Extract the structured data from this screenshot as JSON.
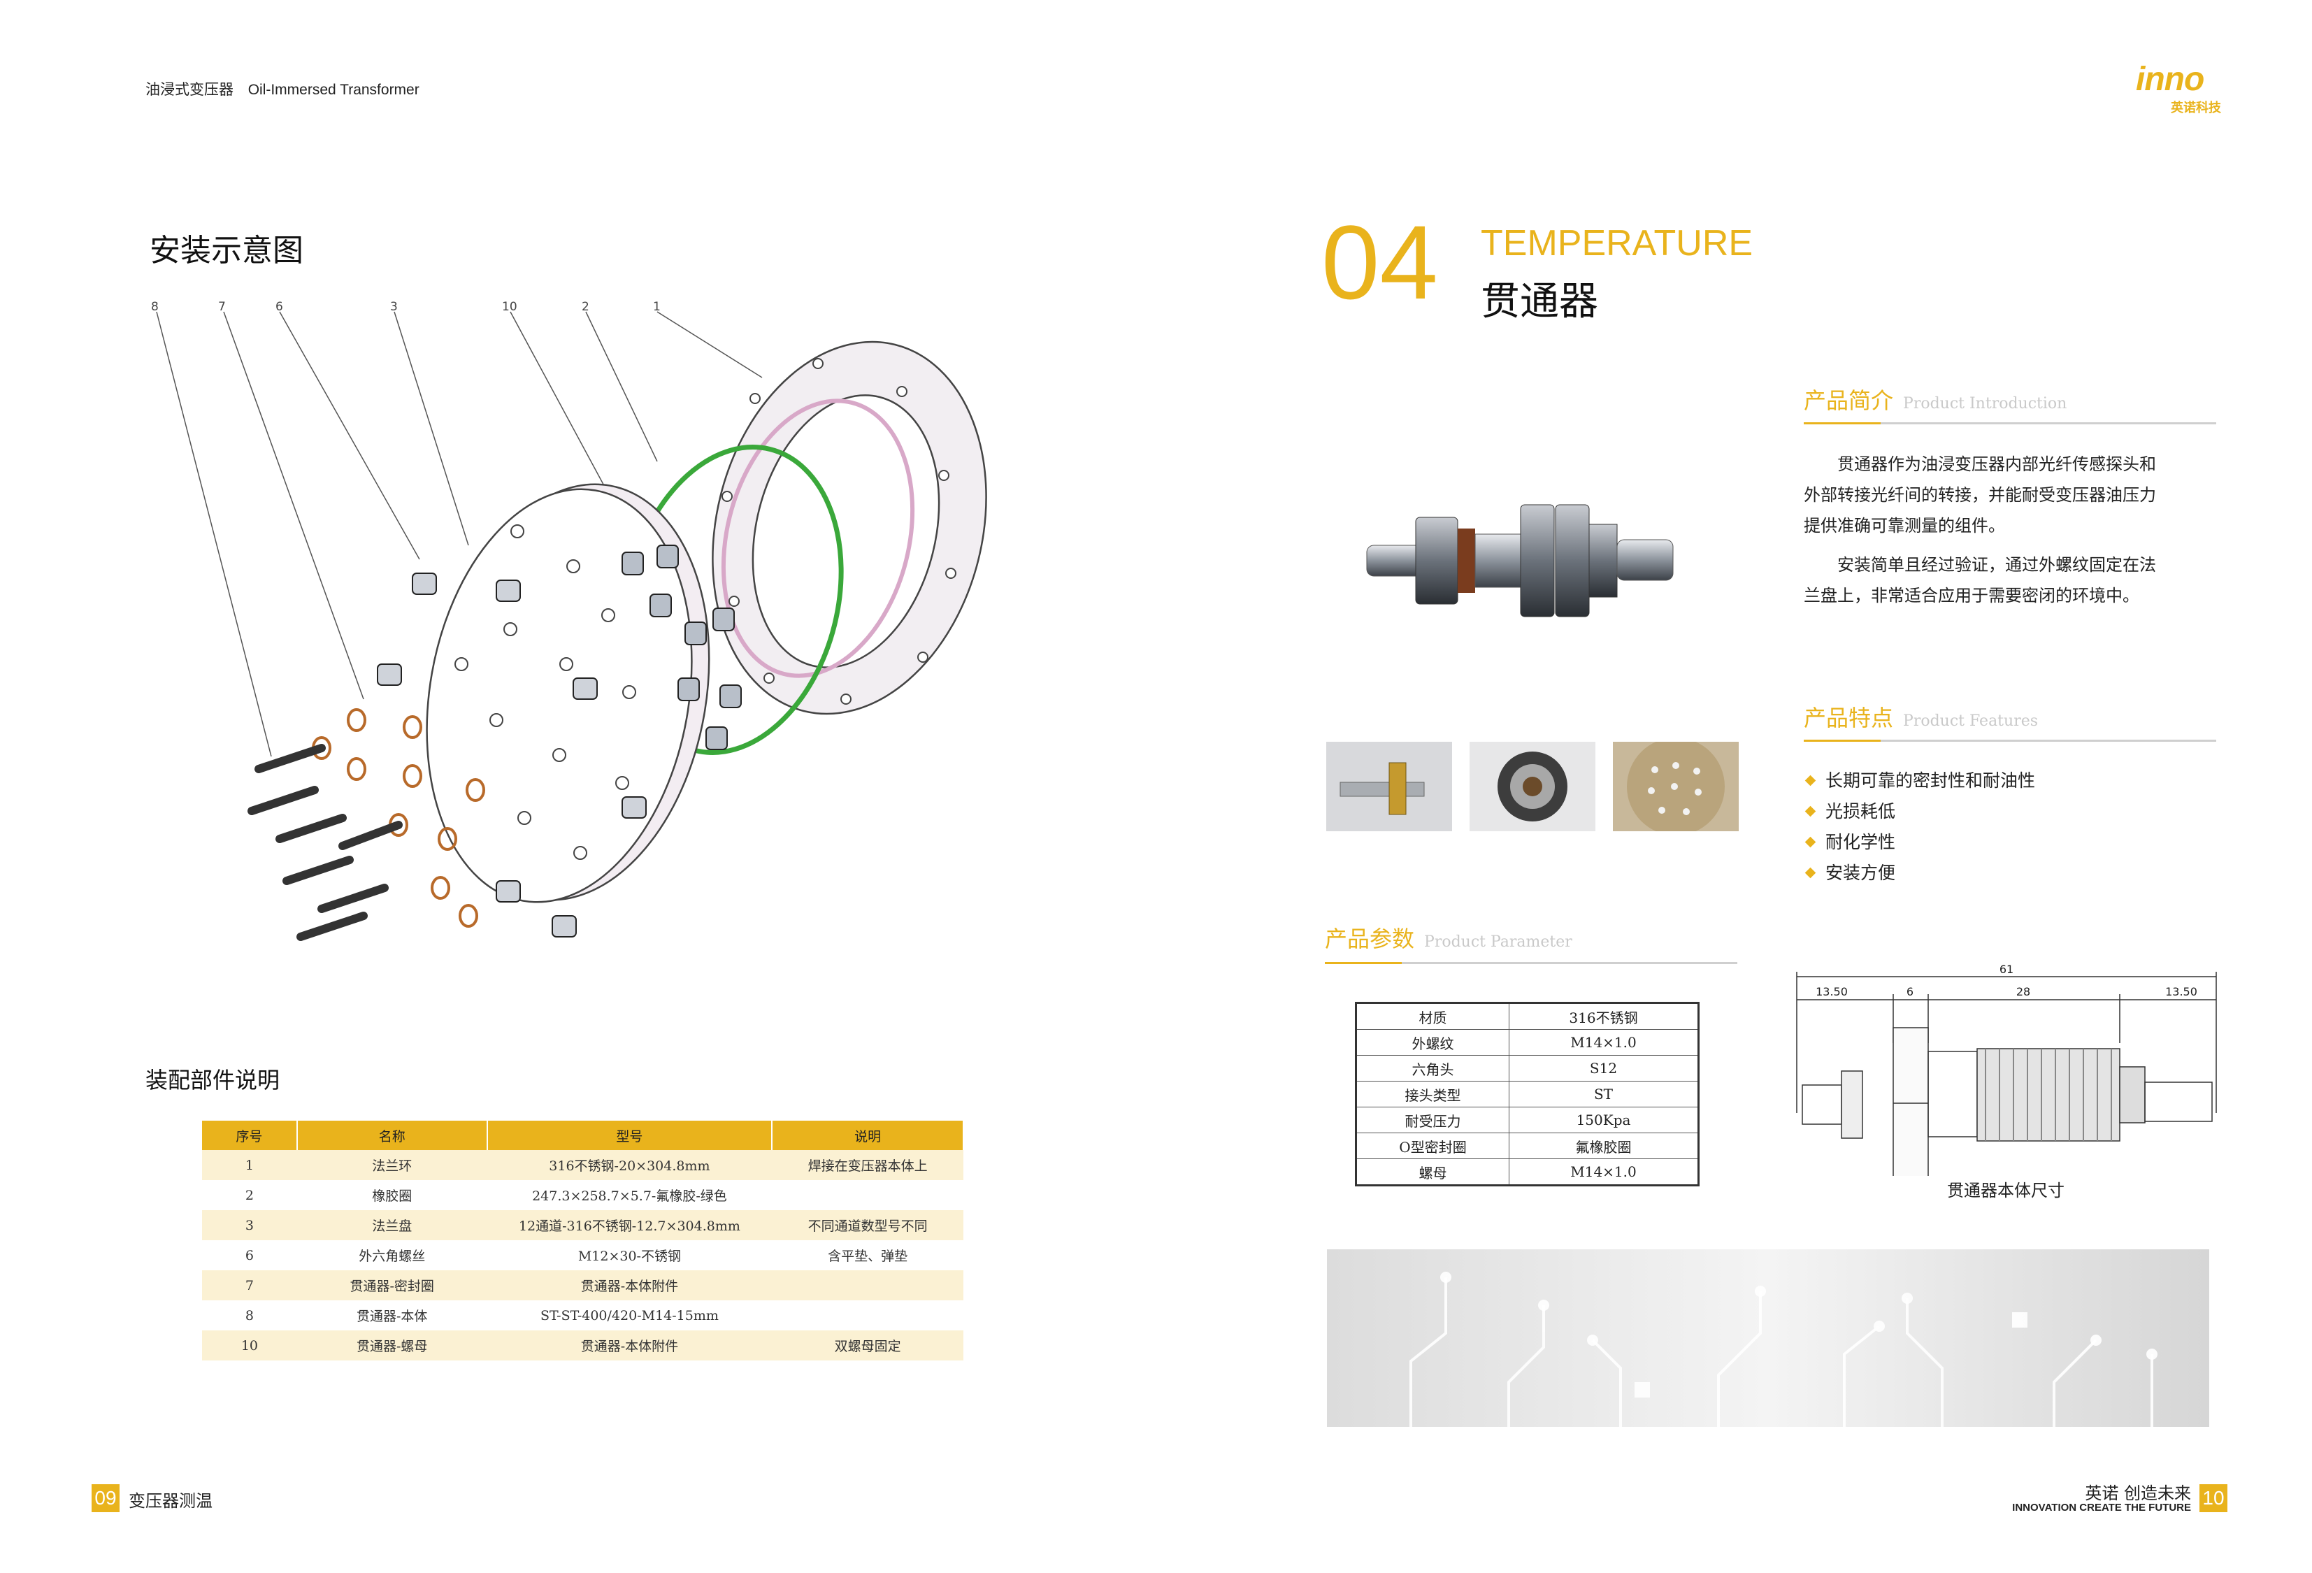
{
  "header": {
    "left_cn": "油浸式变压器",
    "left_en": "Oil-Immersed  Transformer",
    "logo_word": "inno",
    "logo_sub": "英诺科技"
  },
  "left_page": {
    "title": "安装示意图",
    "callouts": [
      "8",
      "7",
      "6",
      "3",
      "10",
      "2",
      "1"
    ],
    "parts_title": "装配部件说明",
    "parts_table": {
      "headers": [
        "序号",
        "名称",
        "型号",
        "说明"
      ],
      "rows": [
        [
          "1",
          "法兰环",
          "316不锈钢-20×304.8mm",
          "焊接在变压器本体上"
        ],
        [
          "2",
          "橡胶圈",
          "247.3×258.7×5.7-氟橡胶-绿色",
          ""
        ],
        [
          "3",
          "法兰盘",
          "12通道-316不锈钢-12.7×304.8mm",
          "不同通道数型号不同"
        ],
        [
          "6",
          "外六角螺丝",
          "M12×30-不锈钢",
          "含平垫、弹垫"
        ],
        [
          "7",
          "贯通器-密封圈",
          "贯通器-本体附件",
          ""
        ],
        [
          "8",
          "贯通器-本体",
          "ST-ST-400/420-M14-15mm",
          ""
        ],
        [
          "10",
          "贯通器-螺母",
          "贯通器-本体附件",
          "双螺母固定"
        ]
      ]
    }
  },
  "right_page": {
    "section_number": "04",
    "section_en": "TEMPERATURE",
    "section_cn": "贯通器",
    "intro": {
      "title_cn": "产品简介",
      "title_en": "Product Introduction",
      "p1": "贯通器作为油浸变压器内部光纤传感探头和外部转接光纤间的转接，并能耐受变压器油压力提供准确可靠测量的组件。",
      "p2": "安装简单且经过验证，通过外螺纹固定在法兰盘上，非常适合应用于需要密闭的环境中。"
    },
    "features": {
      "title_cn": "产品特点",
      "title_en": "Product Features",
      "items": [
        "长期可靠的密封性和耐油性",
        "光损耗低",
        "耐化学性",
        "安装方便"
      ]
    },
    "params": {
      "title_cn": "产品参数",
      "title_en": "Product Parameter",
      "rows": [
        [
          "材质",
          "316不锈钢"
        ],
        [
          "外螺纹",
          "M14×1.0"
        ],
        [
          "六角头",
          "S12"
        ],
        [
          "接头类型",
          "ST"
        ],
        [
          "耐受压力",
          "150Kpa"
        ],
        [
          "O型密封圈",
          "氟橡胶圈"
        ],
        [
          "螺母",
          "M14×1.0"
        ]
      ]
    },
    "dimension": {
      "total": "61",
      "seg1": "13.50",
      "seg2": "6",
      "seg3": "28",
      "seg4": "13.50",
      "caption": "贯通器本体尺寸"
    }
  },
  "footer": {
    "left_page_number": "09",
    "left_text": "变压器测温",
    "right_page_number": "10",
    "right_cn": "英诺 创造未来",
    "right_en": "INNOVATION CREATE THE FUTURE"
  },
  "colors": {
    "accent": "#e9b31c",
    "table_alt": "#fbf1d3",
    "seal_ring": "#3aa83a",
    "oring": "#b86a2a"
  }
}
